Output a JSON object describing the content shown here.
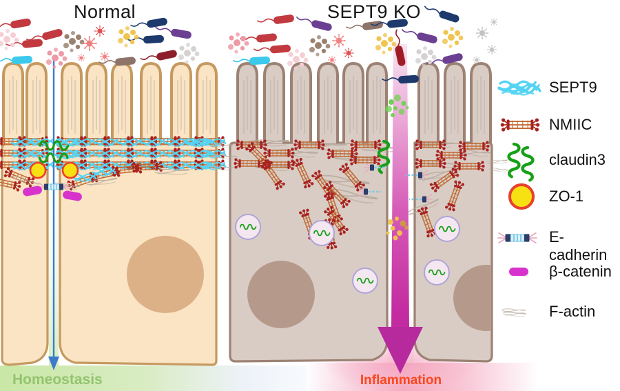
{
  "panels": [
    {
      "id": "normal",
      "title": "Normal",
      "state_label": "Homeostasis"
    },
    {
      "id": "sept9-ko",
      "title": "SEPT9 KO",
      "state_label": "Inflammation"
    }
  ],
  "legend": {
    "items": [
      {
        "label": "SEPT9",
        "icon": "sept9-filament-icon"
      },
      {
        "label": "NMIIC",
        "icon": "nmiic-myosin-icon"
      },
      {
        "label": "claudin3",
        "icon": "claudin3-coil-icon"
      },
      {
        "label": "ZO-1",
        "icon": "zo1-disc-icon"
      },
      {
        "label": "E-cadherin",
        "icon": "e-cadherin-junction-icon"
      },
      {
        "label": "β-catenin",
        "icon": "beta-catenin-pill-icon"
      },
      {
        "label": "F-actin",
        "icon": "f-actin-bundle-icon"
      }
    ]
  },
  "colors": {
    "sept9": "#55d3f3",
    "nmiic_body": "#c06a33",
    "nmiic_head": "#a8231f",
    "claudin3": "#17a017",
    "zo1_fill": "#f8e112",
    "zo1_ring": "#e8402c",
    "ecadherin_navy": "#2b3d69",
    "ecadherin_stripe": "#7fc9e4",
    "ecadherin_fringe": "#e8a6bd",
    "bcatenin": "#d832cd",
    "factin": "#b5a99c",
    "normal_cell": "#fae4c4",
    "normal_border": "#c5995f",
    "normal_nucleus": "#dcb187",
    "ko_cell": "#d9ccc5",
    "ko_border": "#9c8274",
    "ko_nucleus": "#b59a8c",
    "vesicle_fill": "#f4e7f0",
    "vesicle_ring": "#aea4d8",
    "homeostasis_text": "#93c46f",
    "homeostasis_band": "#cbe8ab",
    "inflammation_text": "#fb471d",
    "inflammation_arrow": "#b62a9e",
    "inflammation_band": "#f5a8bf",
    "blue_arrow": "#3c7bca",
    "microbes": {
      "red": "#c23a3f",
      "dark_red": "#8c1f2a",
      "crimson": "#a01c24",
      "cyan": "#3bc9ec",
      "navy": "#1e3a6d",
      "purple": "#6b3f92",
      "brown": "#8e7468",
      "dot_pink": "#ee9aa6",
      "dot_pink_light": "#f6cdd3",
      "dot_brown": "#9b8170",
      "dot_yellow": "#f0c44e",
      "dot_gray": "#d5d2d2",
      "dot_green": "#6fd34f",
      "virus_pink": "#f08080",
      "virus_red": "#e05252",
      "virus_gray": "#c4c1c1"
    }
  }
}
